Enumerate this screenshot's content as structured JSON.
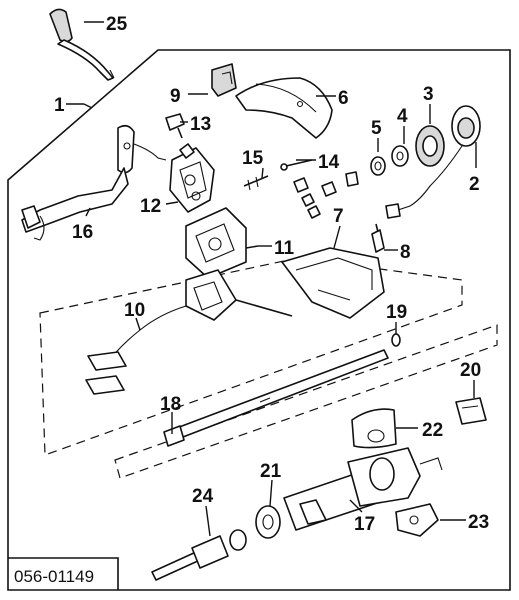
{
  "diagram": {
    "reference_code": "056-01149",
    "callouts": [
      "1",
      "2",
      "3",
      "4",
      "5",
      "6",
      "7",
      "8",
      "9",
      "10",
      "11",
      "12",
      "13",
      "14",
      "15",
      "16",
      "17",
      "18",
      "19",
      "20",
      "21",
      "22",
      "23",
      "24",
      "25"
    ]
  }
}
